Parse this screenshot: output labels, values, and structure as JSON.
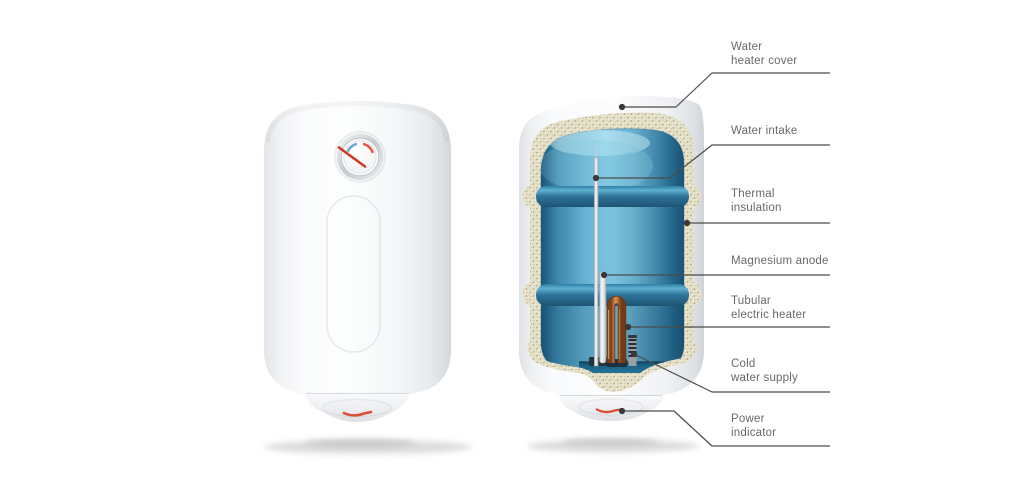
{
  "labels": [
    {
      "id": "water-heater-cover",
      "text": "Water\nheater cover"
    },
    {
      "id": "water-intake",
      "text": "Water intake"
    },
    {
      "id": "thermal-insulation",
      "text": "Thermal\ninsulation"
    },
    {
      "id": "magnesium-anode",
      "text": "Magnesium anode"
    },
    {
      "id": "tubular-electric-heater",
      "text": "Tubular\nelectric heater"
    },
    {
      "id": "cold-water-supply",
      "text": "Cold\nwater supply"
    },
    {
      "id": "power-indicator",
      "text": "Power\nindicator"
    }
  ],
  "colors": {
    "background": "#ffffff",
    "shell_white": "#f7f9fa",
    "shell_edge": "#d5d8dc",
    "insulation_beige": "#e8e3cd",
    "insulation_speckle": "#a89d79",
    "water_light": "#9dd9ec",
    "water_mid": "#5fb0d4",
    "water_dark": "#24688e",
    "band_blue": "#2f7ea6",
    "tray_blue": "#1d6488",
    "copper": "#b4713f",
    "silver_tube": "#dde2e6",
    "indicator_red": "#dd4e3a",
    "gauge_needle_red": "#cf3a28",
    "gauge_arc_blue": "#4a90c4",
    "leader_line": "#4c4c4c",
    "leader_dot": "#383838",
    "label_text": "#686868"
  }
}
